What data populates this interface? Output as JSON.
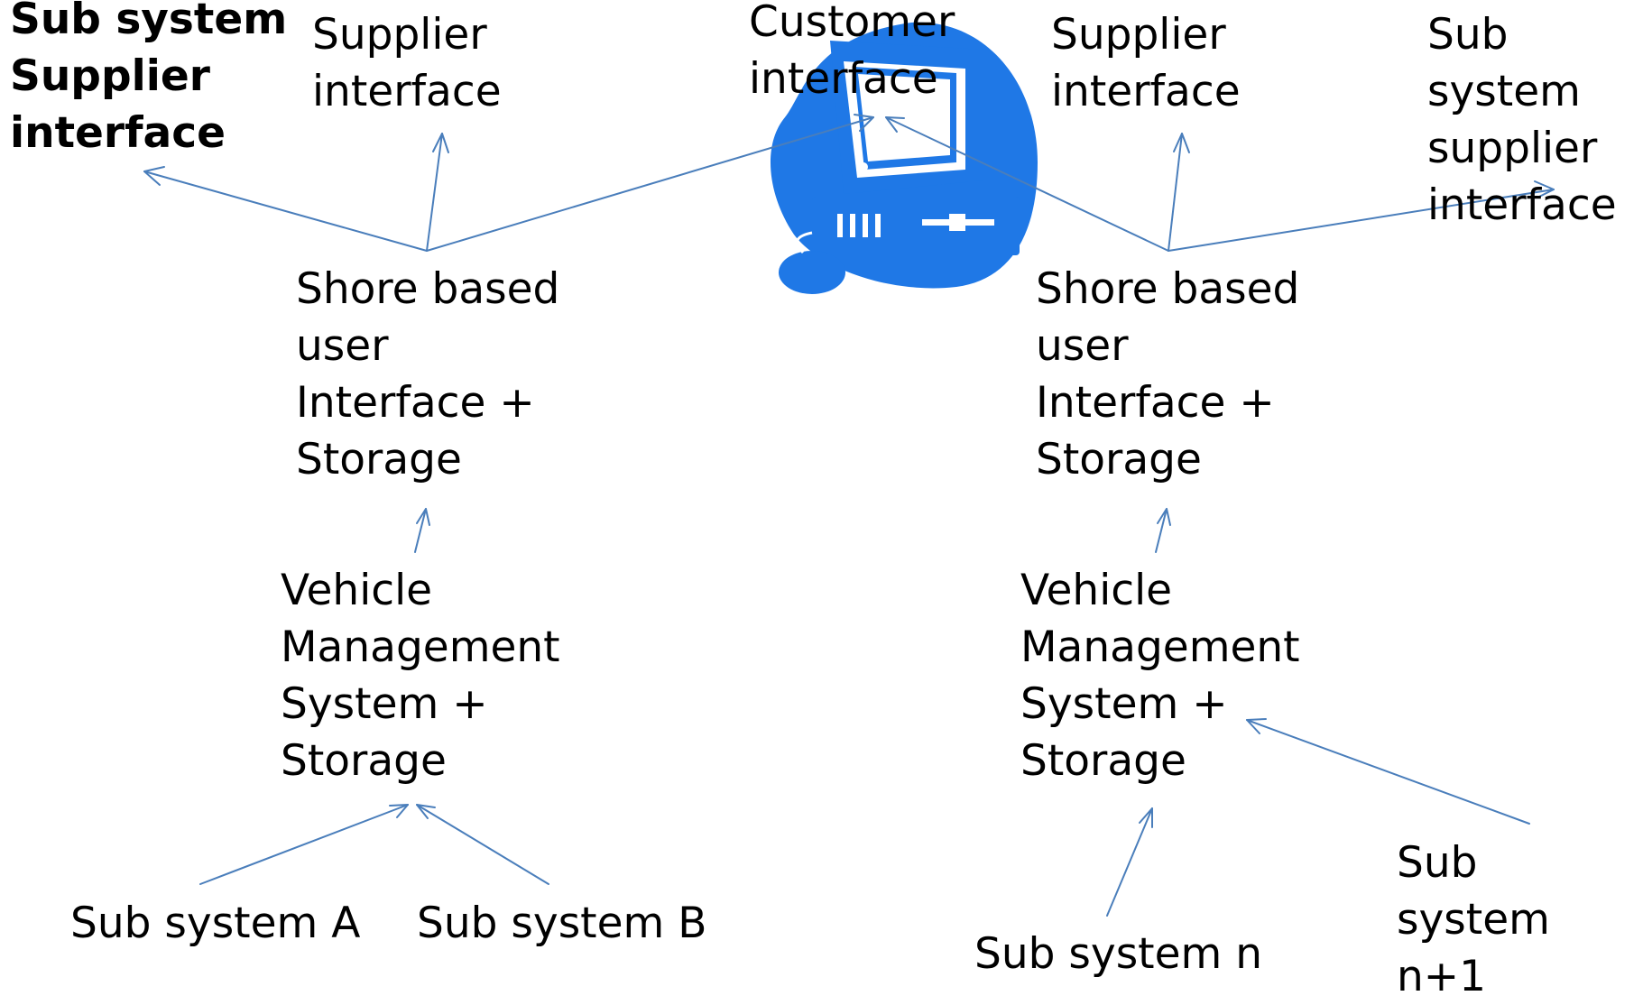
{
  "diagram": {
    "accent_color": "#4a7ebb",
    "computer_color": "#1f78e6",
    "labels": {
      "subsystem_supplier_left": "Sub system\nSupplier\ninterface",
      "supplier_left": "Supplier\ninterface",
      "customer": "Customer\ninterface",
      "supplier_right": "Supplier\ninterface",
      "subsystem_supplier_right": "Sub system\nsupplier\ninterface",
      "shore_left": "Shore based\nuser\nInterface +\nStorage",
      "shore_right": "Shore based\nuser\nInterface +\nStorage",
      "vms_left": "Vehicle\nManagement\nSystem +\nStorage",
      "vms_right": "Vehicle\nManagement\nSystem +\nStorage",
      "subsystem_a": "Sub system A",
      "subsystem_b": "Sub system B",
      "subsystem_n": "Sub system n",
      "subsystem_n1": "Sub system\nn+1"
    },
    "computer_icon": "desktop-computer-icon"
  }
}
